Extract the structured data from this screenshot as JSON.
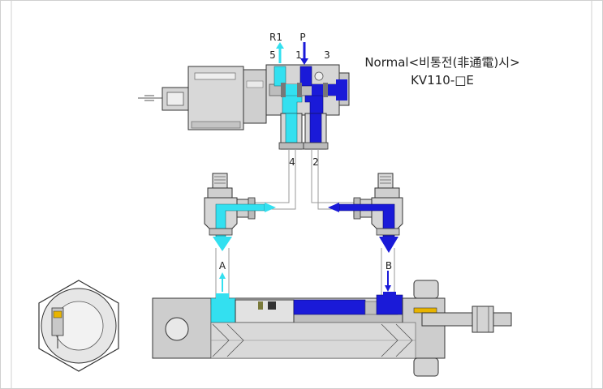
{
  "title": {
    "line1": "Normal<비통전(非通電)시>",
    "line2": "KV110-□E"
  },
  "ports": {
    "r1": "R1",
    "p": "P",
    "five": "5",
    "one": "1",
    "three": "3",
    "four": "4",
    "two": "2",
    "a": "A",
    "b": "B"
  },
  "colors": {
    "exhaust": "#33e0f0",
    "pressure": "#1a1ad8",
    "body": "#d6d6d6",
    "body_dark": "#a9a9a9",
    "outline": "#3a3a3a",
    "frame": "#c8c8c8"
  }
}
